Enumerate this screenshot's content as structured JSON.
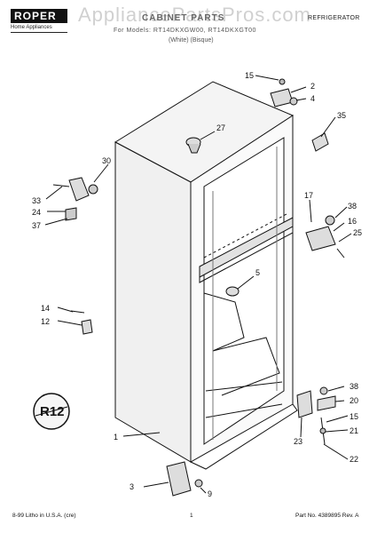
{
  "header": {
    "brand": "ROPER",
    "brand_sub": "Home Appliances",
    "watermark": "AppliancePartsPros.com",
    "title": "CABINET PARTS",
    "model_line": "For Models: RT14DKXGW00, RT14DKXGT00",
    "color_codes": "(White)          (Bisque)",
    "category": "REFRIGERATOR"
  },
  "callouts": [
    "15",
    "2",
    "4",
    "35",
    "27",
    "30",
    "33",
    "24",
    "37",
    "17",
    "38",
    "16",
    "25",
    "5",
    "14",
    "12",
    "38",
    "20",
    "15",
    "21",
    "22",
    "23",
    "1",
    "3",
    "9"
  ],
  "footer": {
    "left": "8-99 Litho in U.S.A. (cre)",
    "center": "1",
    "right": "Part No. 4389895 Rev. A"
  }
}
